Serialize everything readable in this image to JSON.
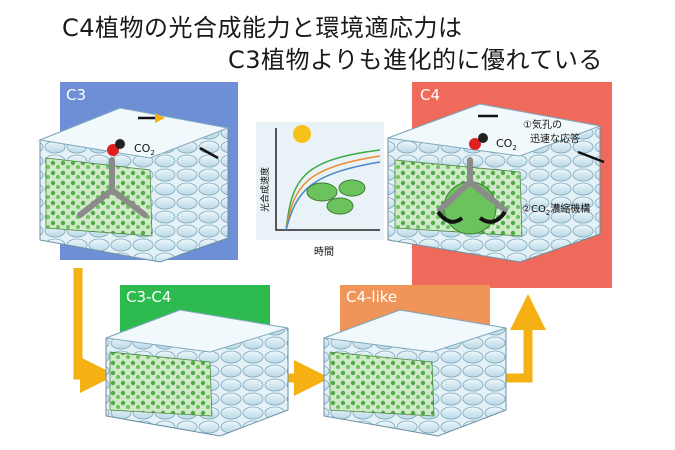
{
  "title": {
    "line1": "C4植物の光合成能力と環境適応力は",
    "line2": "C3植物よりも進化的に優れている"
  },
  "panels": {
    "c3": {
      "label": "C3",
      "color": "#6e8fd6"
    },
    "c4": {
      "label": "C4",
      "color": "#f06a5c"
    },
    "c3c4": {
      "label": "C3-C4",
      "color": "#2dbb4f"
    },
    "c4like": {
      "label": "C4-like",
      "color": "#f0955a"
    }
  },
  "co2_label": "CO",
  "co2_sub": "2",
  "c4_annotations": {
    "note1_line1": "①気孔の",
    "note1_line2": "迅速な応答",
    "note2_pre": "②CO",
    "note2_sub": "2",
    "note2_post": "濃縮機構"
  },
  "graph": {
    "ylabel": "光合成速度",
    "xlabel": "時間"
  },
  "colors": {
    "arrow": "#f5b014"
  }
}
